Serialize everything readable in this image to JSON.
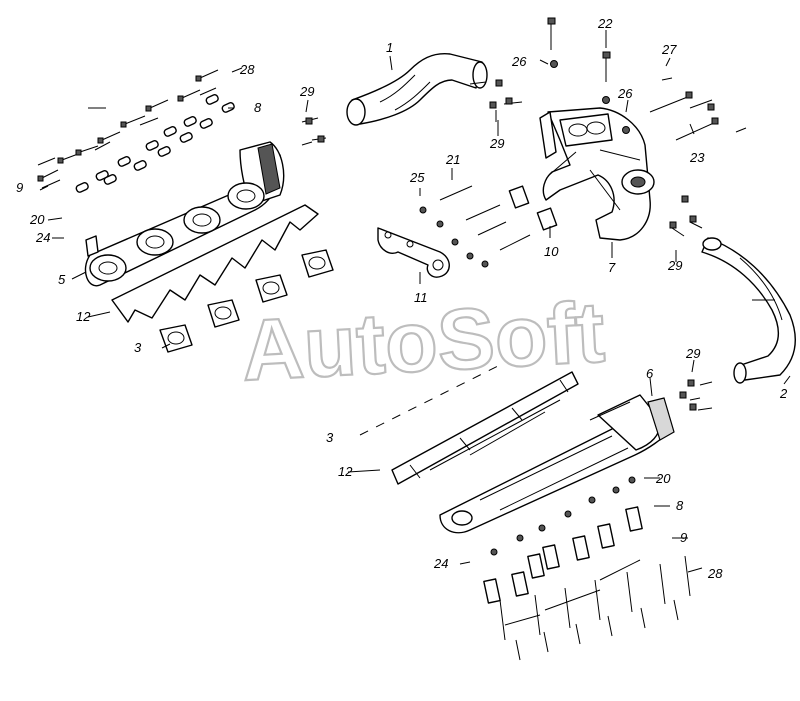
{
  "watermark": "AutoSoft",
  "callouts": [
    {
      "id": "lbl-1",
      "text": "1"
    },
    {
      "id": "lbl-2",
      "text": "2"
    },
    {
      "id": "lbl-3a",
      "text": "3"
    },
    {
      "id": "lbl-3b",
      "text": "3"
    },
    {
      "id": "lbl-5",
      "text": "5"
    },
    {
      "id": "lbl-6",
      "text": "6"
    },
    {
      "id": "lbl-7",
      "text": "7"
    },
    {
      "id": "lbl-8a",
      "text": "8"
    },
    {
      "id": "lbl-8b",
      "text": "8"
    },
    {
      "id": "lbl-9a",
      "text": "9"
    },
    {
      "id": "lbl-9b",
      "text": "9"
    },
    {
      "id": "lbl-10",
      "text": "10"
    },
    {
      "id": "lbl-11",
      "text": "11"
    },
    {
      "id": "lbl-12a",
      "text": "12"
    },
    {
      "id": "lbl-12b",
      "text": "12"
    },
    {
      "id": "lbl-20a",
      "text": "20"
    },
    {
      "id": "lbl-20b",
      "text": "20"
    },
    {
      "id": "lbl-21",
      "text": "21"
    },
    {
      "id": "lbl-22",
      "text": "22"
    },
    {
      "id": "lbl-23",
      "text": "23"
    },
    {
      "id": "lbl-24a",
      "text": "24"
    },
    {
      "id": "lbl-24b",
      "text": "24"
    },
    {
      "id": "lbl-25",
      "text": "25"
    },
    {
      "id": "lbl-26a",
      "text": "26"
    },
    {
      "id": "lbl-26b",
      "text": "26"
    },
    {
      "id": "lbl-27",
      "text": "27"
    },
    {
      "id": "lbl-28a",
      "text": "28"
    },
    {
      "id": "lbl-28b",
      "text": "28"
    },
    {
      "id": "lbl-29a",
      "text": "29"
    },
    {
      "id": "lbl-29b",
      "text": "29"
    },
    {
      "id": "lbl-29c",
      "text": "29"
    },
    {
      "id": "lbl-29d",
      "text": "29"
    }
  ]
}
